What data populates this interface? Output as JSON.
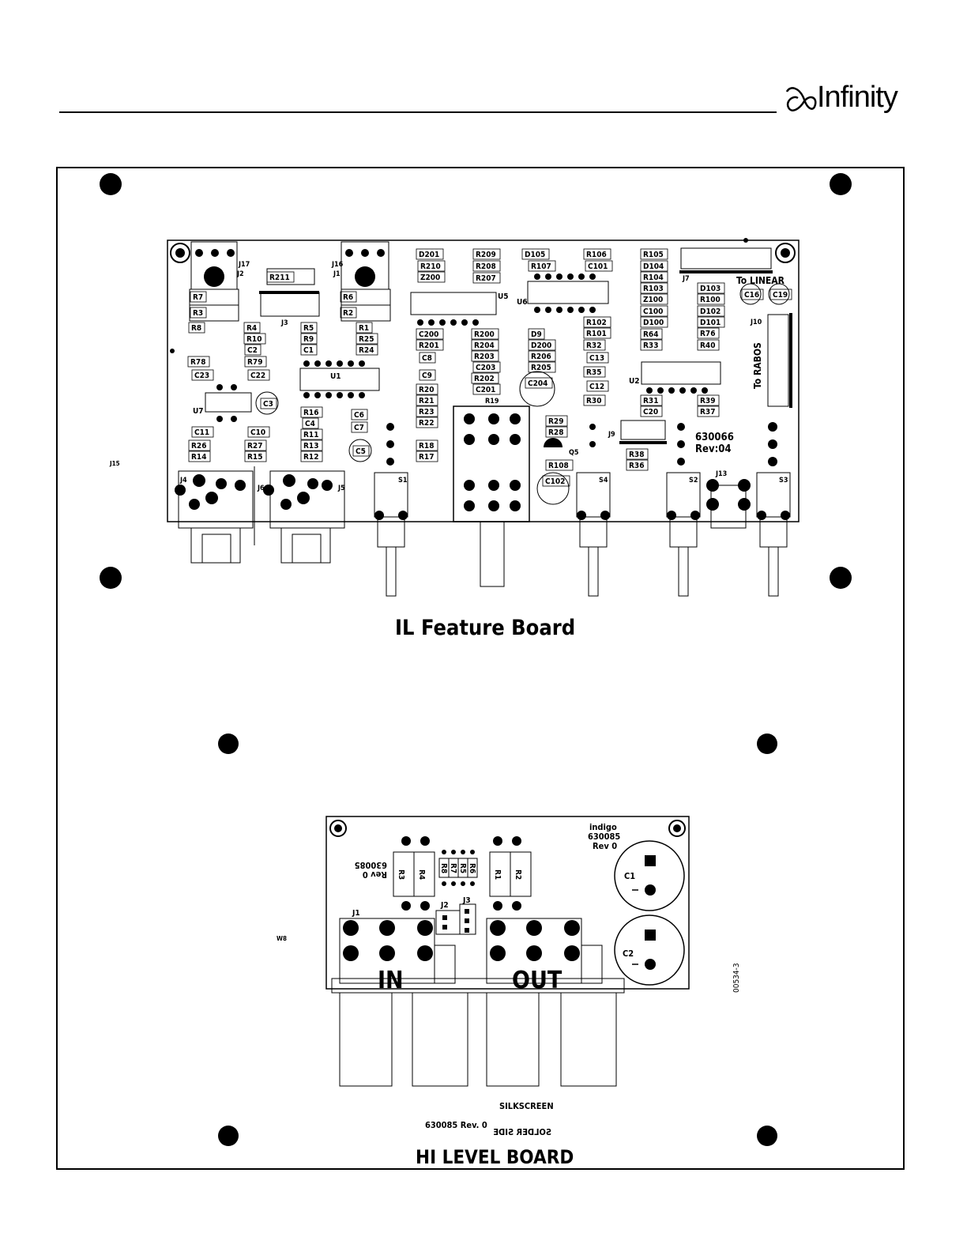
{
  "header": {
    "brand": "Infinity"
  },
  "feature_board": {
    "title": "IL Feature Board",
    "part_number": "630066",
    "revision": "Rev:04",
    "linear_label": "To LINEAR",
    "rabos_label": "To RABOS",
    "side_marker": "J15",
    "resistors": [
      "R211",
      "R7",
      "R3",
      "R6",
      "R2",
      "R8",
      "R4",
      "R10",
      "R5",
      "R9",
      "R1",
      "R25",
      "R24",
      "R78",
      "R79",
      "R16",
      "R11",
      "R13",
      "R12",
      "R26",
      "R14",
      "R27",
      "R15",
      "R209",
      "R208",
      "R207",
      "R210",
      "R201",
      "R200",
      "R204",
      "R203",
      "R202",
      "R20",
      "R21",
      "R23",
      "R22",
      "R18",
      "R17",
      "R206",
      "R205",
      "R29",
      "R28",
      "R108",
      "R106",
      "R107",
      "R102",
      "R101",
      "R32",
      "R35",
      "R30",
      "R105",
      "R104",
      "R103",
      "R64",
      "R33",
      "R100",
      "R76",
      "R40",
      "R31",
      "R39",
      "R37",
      "R38",
      "R36"
    ],
    "capacitors": [
      "C2",
      "C1",
      "C23",
      "C22",
      "C4",
      "C6",
      "C7",
      "C11",
      "C10",
      "C200",
      "C8",
      "C9",
      "C203",
      "C201",
      "C101",
      "C13",
      "C12",
      "C100",
      "C20",
      "C16",
      "C19",
      "C3",
      "C5",
      "C204",
      "C102"
    ],
    "diodes": [
      "D201",
      "Z200",
      "D105",
      "D9",
      "D200",
      "D104",
      "D100",
      "D103",
      "D102",
      "D101",
      "Z100"
    ],
    "ics": [
      "U1",
      "U2",
      "U5",
      "U6",
      "U7"
    ],
    "connectors": [
      "J17",
      "J2",
      "J16",
      "J1",
      "J3",
      "J7",
      "J10",
      "J9",
      "J4",
      "J6",
      "J5",
      "J13"
    ],
    "switches": [
      "S1",
      "S4",
      "S2",
      "S3"
    ],
    "other": [
      "Q5",
      "R19"
    ]
  },
  "hi_level_board": {
    "title": "HI LEVEL BOARD",
    "brand": "indigo",
    "part_number": "630085",
    "revision": "Rev 0",
    "mirror_part_number": "630085",
    "mirror_revision": "Rev 0",
    "resistors": [
      "R3",
      "R4",
      "R8",
      "R7",
      "R5",
      "R6",
      "R1",
      "R2"
    ],
    "capacitors": [
      "C1",
      "C2"
    ],
    "connectors": [
      "J1",
      "J2",
      "J3"
    ],
    "in_label": "IN",
    "out_label": "OUT",
    "side_marker": "W8",
    "silkscreen_label": "SILKSCREEN",
    "solder_side_label": "SOLDER SIDE",
    "revision_caption": "630085 Rev. 0",
    "drawing_number": "00534-3"
  }
}
